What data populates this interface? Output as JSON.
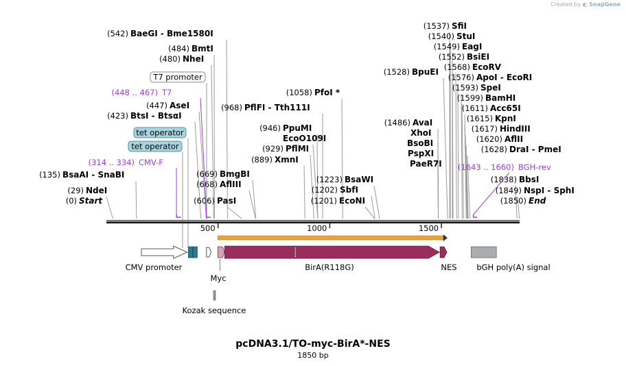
{
  "brand": {
    "created_by": "Created by",
    "app": "SnapGene"
  },
  "title": "pcDNA3.1/TO-myc-BirA*-NES",
  "subtitle": "1850 bp",
  "ruler": {
    "length": 1850,
    "ticks": [
      500,
      1000,
      1500
    ]
  },
  "sites": [
    {
      "pos": "(542)",
      "name": "BaeGI  -  Bme1580I",
      "site": 542
    },
    {
      "pos": "(484)",
      "name": "BmtI",
      "site": 484
    },
    {
      "pos": "(480)",
      "name": "NheI",
      "site": 480
    },
    {
      "pos": "(447)",
      "name": "AseI",
      "site": 447
    },
    {
      "pos": "(423)",
      "name": "BtsI  -  BtsαI",
      "site": 423
    },
    {
      "pos": "(135)",
      "name": "BsaAI  -  SnaBI",
      "site": 135
    },
    {
      "pos": "(29)",
      "name": "NdeI",
      "site": 29
    },
    {
      "pos": "(0)",
      "name": "Start",
      "site": 0,
      "italic": true
    },
    {
      "pos": "(968)",
      "name": "PflFI  -  Tth111I",
      "site": 968
    },
    {
      "pos": "(669)",
      "name": "BmgBI",
      "site": 669
    },
    {
      "pos": "(668)",
      "name": "AflIII",
      "site": 668
    },
    {
      "pos": "(606)",
      "name": "PasI",
      "site": 606
    },
    {
      "pos": "(1058)",
      "name": "PfoI *",
      "site": 1058
    },
    {
      "pos": "(946)",
      "name": "PpuMI",
      "site": 946
    },
    {
      "pos": "",
      "name": "EcoO109I",
      "site": 946
    },
    {
      "pos": "(929)",
      "name": "PflMI",
      "site": 929
    },
    {
      "pos": "(889)",
      "name": "XmnI",
      "site": 889
    },
    {
      "pos": "(1223)",
      "name": "BsaWI",
      "site": 1223
    },
    {
      "pos": "(1202)",
      "name": "SbfI",
      "site": 1202
    },
    {
      "pos": "(1201)",
      "name": "EcoNI",
      "site": 1201
    },
    {
      "pos": "(1528)",
      "name": "BpuEI",
      "site": 1528
    },
    {
      "pos": "(1486)",
      "name": "AvaI",
      "site": 1486
    },
    {
      "pos": "",
      "name": "XhoI",
      "site": 1486
    },
    {
      "pos": "",
      "name": "BsoBI",
      "site": 1486
    },
    {
      "pos": "",
      "name": "PspXI",
      "site": 1486
    },
    {
      "pos": "",
      "name": "PaeR7I",
      "site": 1486
    },
    {
      "pos": "(1537)",
      "name": "SfiI",
      "site": 1537
    },
    {
      "pos": "(1540)",
      "name": "StuI",
      "site": 1540
    },
    {
      "pos": "(1549)",
      "name": "EagI",
      "site": 1549
    },
    {
      "pos": "(1552)",
      "name": "BsiEI",
      "site": 1552
    },
    {
      "pos": "(1568)",
      "name": "EcoRV",
      "site": 1568
    },
    {
      "pos": "(1576)",
      "name": "ApoI  -  EcoRI",
      "site": 1576
    },
    {
      "pos": "(1593)",
      "name": "SpeI",
      "site": 1593
    },
    {
      "pos": "(1599)",
      "name": "BamHI",
      "site": 1599
    },
    {
      "pos": "(1611)",
      "name": "Acc65I",
      "site": 1611
    },
    {
      "pos": "(1615)",
      "name": "KpnI",
      "site": 1615
    },
    {
      "pos": "(1617)",
      "name": "HindIII",
      "site": 1617
    },
    {
      "pos": "(1620)",
      "name": "AflII",
      "site": 1620
    },
    {
      "pos": "(1628)",
      "name": "DraI  -  PmeI",
      "site": 1628
    },
    {
      "pos": "(1838)",
      "name": "BbsI",
      "site": 1838
    },
    {
      "pos": "(1849)",
      "name": "NspI  -  SphI",
      "site": 1849
    },
    {
      "pos": "(1850)",
      "name": "End",
      "site": 1850,
      "italic": true
    }
  ],
  "primers": [
    {
      "range": "(448 .. 467)",
      "name": "T7",
      "start": 448,
      "end": 467
    },
    {
      "range": "(314 .. 334)",
      "name": "CMV-F",
      "start": 314,
      "end": 334
    },
    {
      "range": "(1643 .. 1660)",
      "name": "BGH-rev",
      "start": 1643,
      "end": 1660
    }
  ],
  "boxed_labels": [
    {
      "label": "T7 promoter",
      "style": "white"
    },
    {
      "label": "tet operator",
      "style": "blue"
    },
    {
      "label": "tet operator",
      "style": "blue"
    }
  ],
  "features": [
    {
      "label": "CMV promoter",
      "start": 159,
      "end": 362,
      "type": "promoter"
    },
    {
      "label": "",
      "start": 367,
      "end": 386,
      "type": "operator"
    },
    {
      "label": "",
      "start": 388,
      "end": 407,
      "type": "operator"
    },
    {
      "label": "",
      "start": 448,
      "end": 466,
      "type": "promoter-small"
    },
    {
      "label": "Myc",
      "start": 499,
      "end": 529,
      "type": "tag"
    },
    {
      "label": "Kozak sequence",
      "start": 490,
      "end": 500,
      "type": "misc"
    },
    {
      "label": "BirA(R118G)",
      "start": 530,
      "end": 1491,
      "type": "cds"
    },
    {
      "label": "NES",
      "start": 1494,
      "end": 1524,
      "type": "cds-small"
    },
    {
      "label": "bGH poly(A) signal",
      "start": 1633,
      "end": 1746,
      "type": "polyA"
    }
  ],
  "orf": {
    "start": 499,
    "end": 1527
  },
  "colors": {
    "primer": "#9a3fe0",
    "cds": "#9b2d5c",
    "operator": "#2a7a8c",
    "polyA": "#a9adb0",
    "orf": "#e8a33a"
  }
}
